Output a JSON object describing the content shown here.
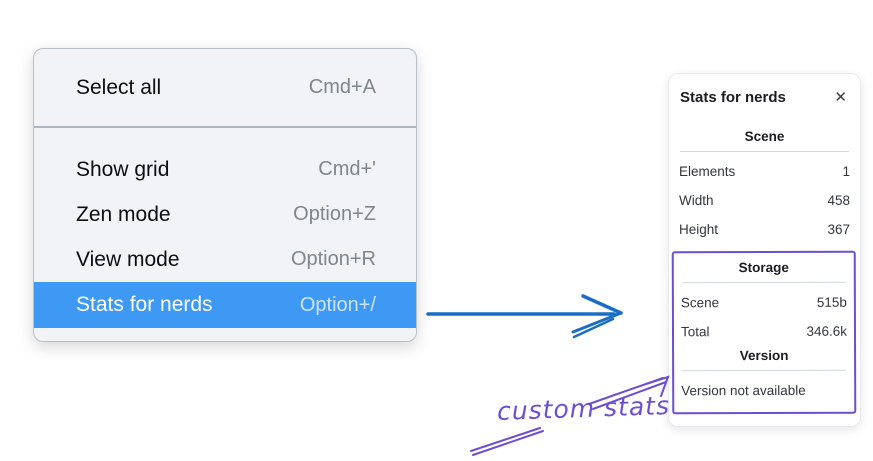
{
  "context_menu": {
    "items": [
      {
        "label": "Select all",
        "shortcut": "Cmd+A",
        "highlighted": false
      },
      {
        "label": "Show grid",
        "shortcut": "Cmd+'",
        "highlighted": false
      },
      {
        "label": "Zen mode",
        "shortcut": "Option+Z",
        "highlighted": false
      },
      {
        "label": "View mode",
        "shortcut": "Option+R",
        "highlighted": false
      },
      {
        "label": "Stats for nerds",
        "shortcut": "Option+/",
        "highlighted": true
      }
    ]
  },
  "stats_panel": {
    "title": "Stats for nerds",
    "close_icon": "✕",
    "scene_section": {
      "heading": "Scene",
      "rows": [
        {
          "label": "Elements",
          "value": "1"
        },
        {
          "label": "Width",
          "value": "458"
        },
        {
          "label": "Height",
          "value": "367"
        }
      ]
    },
    "storage_section": {
      "heading": "Storage",
      "rows": [
        {
          "label": "Scene",
          "value": "515b"
        },
        {
          "label": "Total",
          "value": "346.6k"
        }
      ]
    },
    "version_section": {
      "heading": "Version",
      "note": "Version not available"
    }
  },
  "annotation": {
    "label": "custom stats"
  },
  "colors": {
    "menu_highlight": "#3d99f4",
    "menu_background": "#f1f3f6",
    "arrow_blue": "#1a6dc4",
    "annotation_purple": "#6d4ed3"
  }
}
